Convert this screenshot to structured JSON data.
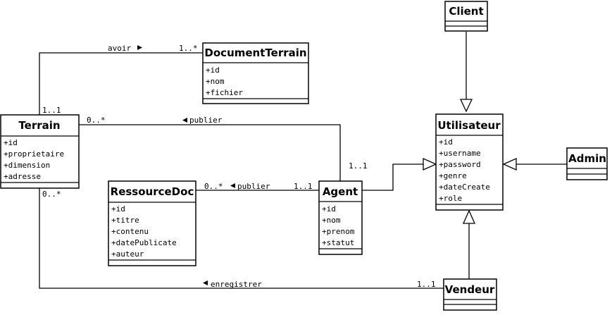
{
  "classes": {
    "client": {
      "name": "Client",
      "attributes": []
    },
    "document_terrain": {
      "name": "DocumentTerrain",
      "attributes": [
        "+id",
        "+nom",
        "+fichier"
      ]
    },
    "terrain": {
      "name": "Terrain",
      "attributes": [
        "+id",
        "+proprietaire",
        "+dimension",
        "+adresse"
      ]
    },
    "utilisateur": {
      "name": "Utilisateur",
      "attributes": [
        "+id",
        "+username",
        "+password",
        "+genre",
        "+dateCreate",
        "+role"
      ]
    },
    "admin": {
      "name": "Admin",
      "attributes": []
    },
    "ressource_doc": {
      "name": "RessourceDoc",
      "attributes": [
        "+id",
        "+titre",
        "+contenu",
        "+datePublicate",
        "+auteur"
      ]
    },
    "agent": {
      "name": "Agent",
      "attributes": [
        "+id",
        "+nom",
        "+prenom",
        "+statut"
      ]
    },
    "vendeur": {
      "name": "Vendeur",
      "attributes": []
    }
  },
  "associations": {
    "avoir": {
      "name": "avoir",
      "mult_source": "1..1",
      "mult_target": "1..*"
    },
    "publier_terrain": {
      "name": "publier",
      "mult_source": "0..*",
      "mult_target": "1..1"
    },
    "publier_ressource": {
      "name": "publier",
      "mult_source": "0..*",
      "mult_target": "1..1"
    },
    "enregistrer": {
      "name": "enregistrer",
      "mult_source": "0..*",
      "mult_target": "1..1"
    }
  }
}
